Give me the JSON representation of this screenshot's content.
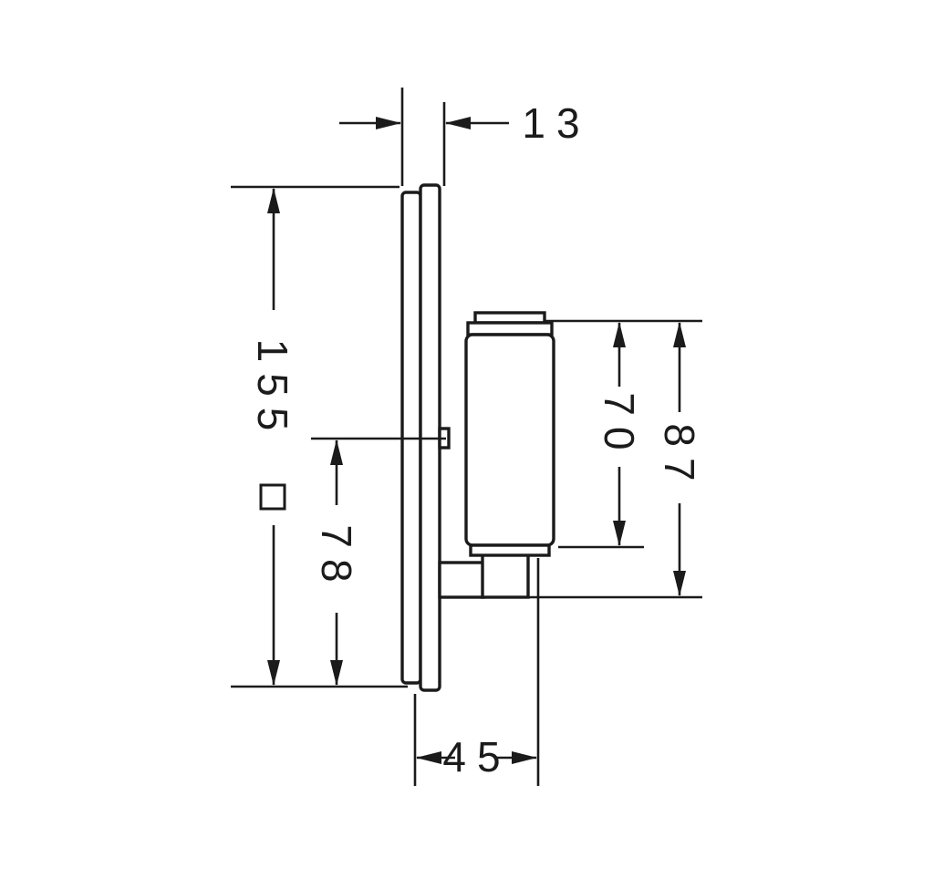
{
  "page": {
    "background": "#ffffff",
    "ink": "#1b1b1b"
  },
  "drawing": {
    "kind": "valve-side-view-technical-drawing",
    "dimensions": {
      "plate_offset": "13",
      "plate_height": "155",
      "center_to_bottom": "78",
      "handle_height": "70",
      "body_height": "87",
      "total_depth": "45"
    },
    "symbols": {
      "square_plate": "square"
    }
  }
}
